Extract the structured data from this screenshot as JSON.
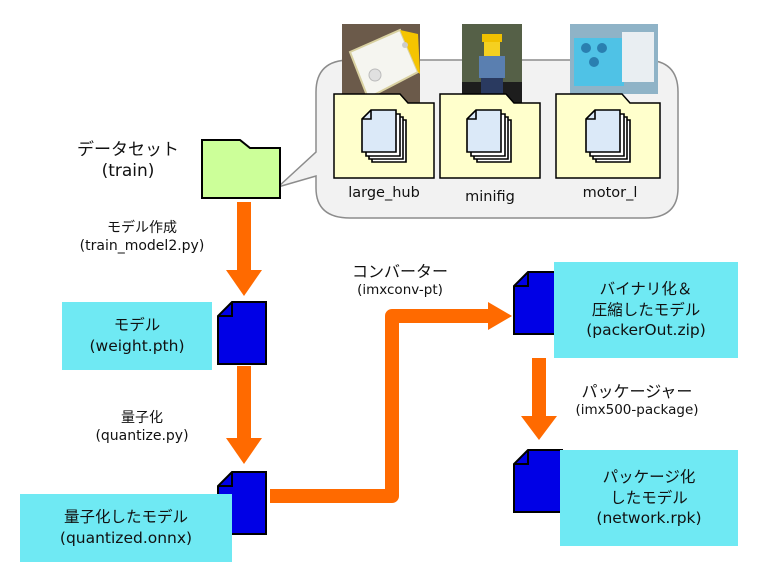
{
  "dataset": {
    "title": "データセット",
    "subtitle": "(train)"
  },
  "classes": [
    {
      "label": "large_hub"
    },
    {
      "label": "minifig"
    },
    {
      "label": "motor_l"
    }
  ],
  "steps": {
    "train": {
      "title": "モデル作成",
      "subtitle": "(train_model2.py)"
    },
    "quantize": {
      "title": "量子化",
      "subtitle": "(quantize.py)"
    },
    "convert": {
      "title": "コンバーター",
      "subtitle": "(imxconv-pt)"
    },
    "package": {
      "title": "パッケージャー",
      "subtitle": "(imx500-package)"
    }
  },
  "files": {
    "model": {
      "title": "モデル",
      "subtitle": "(weight.pth)"
    },
    "quantized": {
      "title": "量子化したモデル",
      "subtitle": "(quantized.onnx)"
    },
    "packed": {
      "line1": "バイナリ化＆",
      "line2": "圧縮したモデル",
      "subtitle": "(packerOut.zip)"
    },
    "network": {
      "line1": "パッケージ化",
      "line2": "したモデル",
      "subtitle": "(network.rpk)"
    }
  },
  "colors": {
    "arrow": "#ff6a00",
    "file_icon": "#0000e6",
    "label_box": "#6fe9f3",
    "dataset_folder": "#ccff99",
    "class_folder": "#ffffcc",
    "callout": "#f2f2f2"
  }
}
